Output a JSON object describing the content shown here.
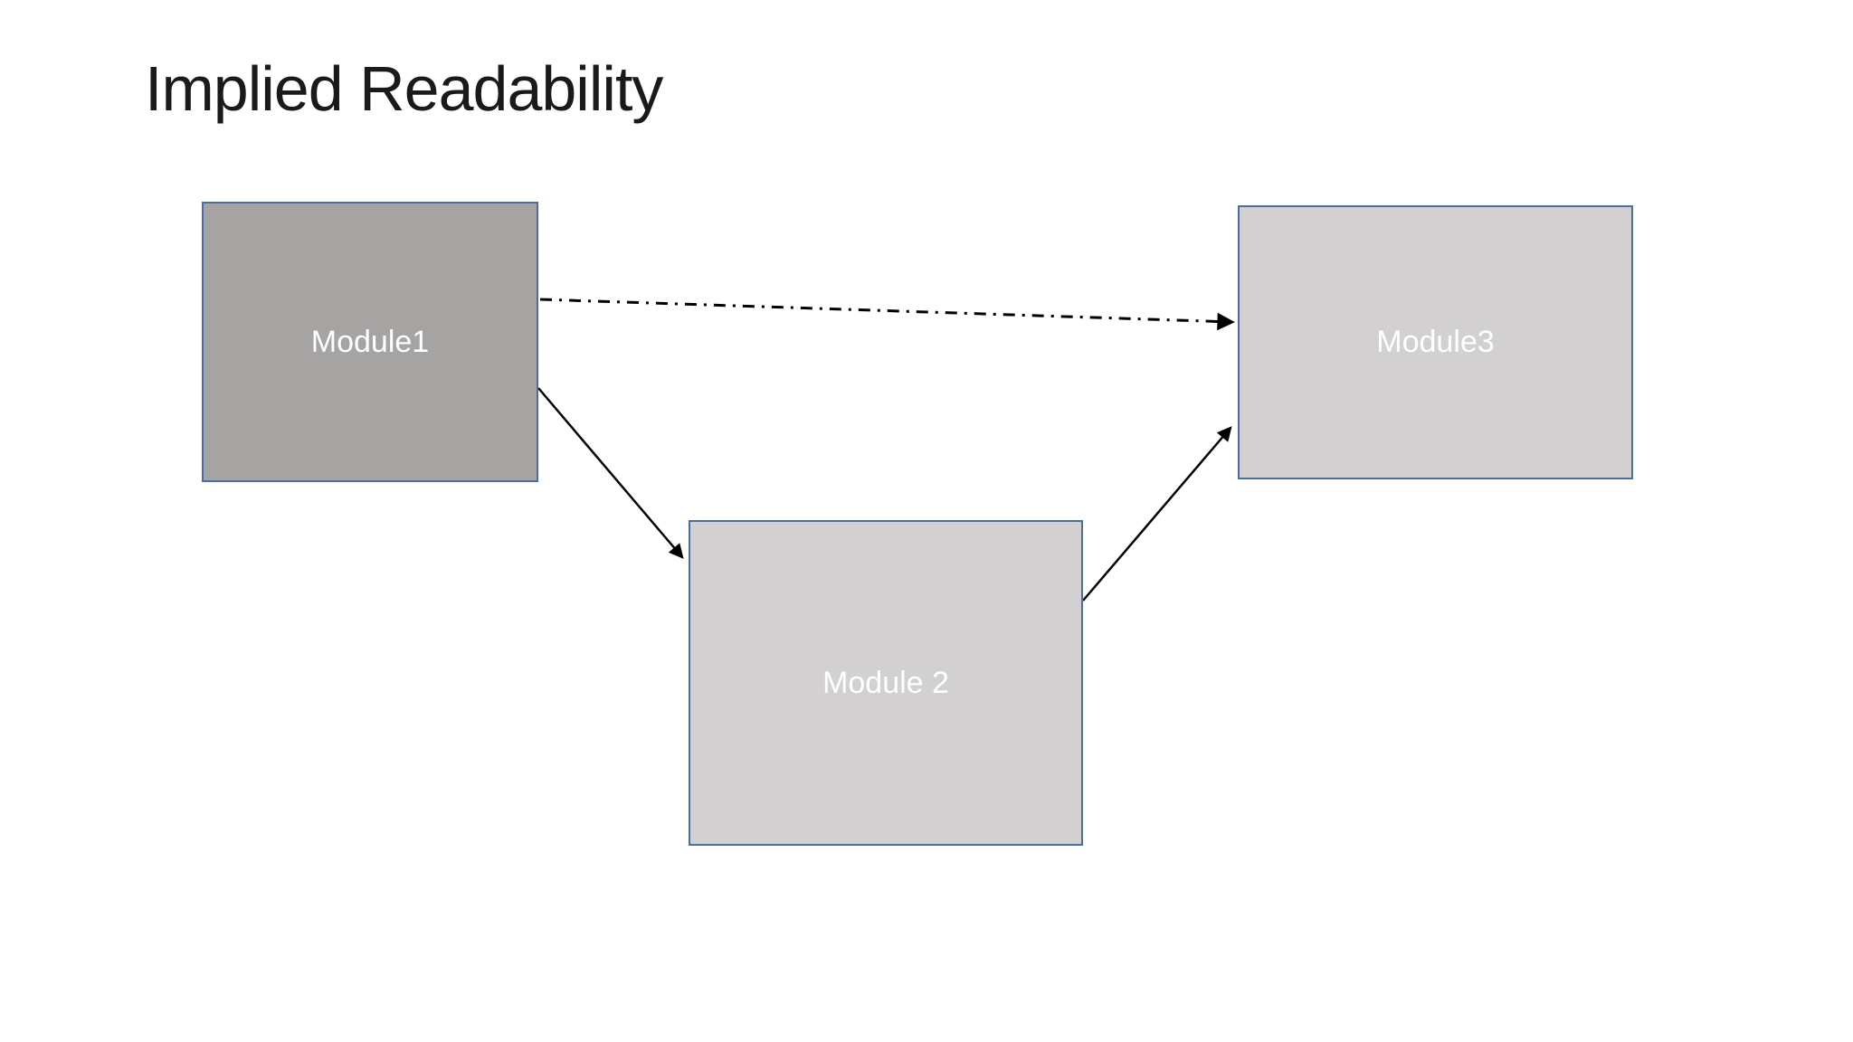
{
  "slide": {
    "title": "Implied Readability",
    "background_color": "#ffffff",
    "title_color": "#1a1a1a"
  },
  "diagram": {
    "nodes": [
      {
        "id": "module1",
        "label": "Module1",
        "fill": "#a6a3a3",
        "border_color": "#4a6da7",
        "text_color": "#ffffff"
      },
      {
        "id": "module2",
        "label": "Module 2",
        "fill": "#d2d0d0",
        "border_color": "#4a6da7",
        "text_color": "#ffffff"
      },
      {
        "id": "module3",
        "label": "Module3",
        "fill": "#d2d0d0",
        "border_color": "#4a6da7",
        "text_color": "#ffffff"
      }
    ],
    "edges": [
      {
        "from": "module1",
        "to": "module3",
        "line_style": "dash-dot",
        "arrowhead": "filled-triangle",
        "color": "#000000"
      },
      {
        "from": "module1",
        "to": "module2",
        "line_style": "solid",
        "arrowhead": "filled-triangle",
        "color": "#000000"
      },
      {
        "from": "module2",
        "to": "module3",
        "line_style": "solid",
        "arrowhead": "filled-triangle",
        "color": "#000000"
      }
    ]
  }
}
